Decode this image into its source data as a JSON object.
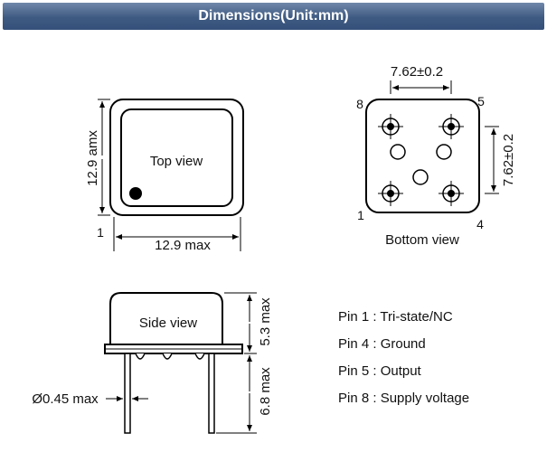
{
  "title": "Dimensions(Unit:mm)",
  "top_view": {
    "label": "Top view",
    "height_dim": "12.9 amx",
    "width_dim": "12.9 max",
    "pin1": "1"
  },
  "bottom_view": {
    "label": "Bottom view",
    "pitch_h": "7.62±0.2",
    "pitch_v": "7.62±0.2",
    "pin_labels": {
      "p8": "8",
      "p5": "5",
      "p1": "1",
      "p4": "4"
    }
  },
  "side_view": {
    "label": "Side view",
    "body_height": "5.3 max",
    "lead_length": "6.8 max",
    "lead_diameter": "Ø0.45 max"
  },
  "pin_functions": [
    "Pin 1 : Tri-state/NC",
    "Pin 4 : Ground",
    "Pin 5 : Output",
    "Pin 8 : Supply voltage"
  ]
}
